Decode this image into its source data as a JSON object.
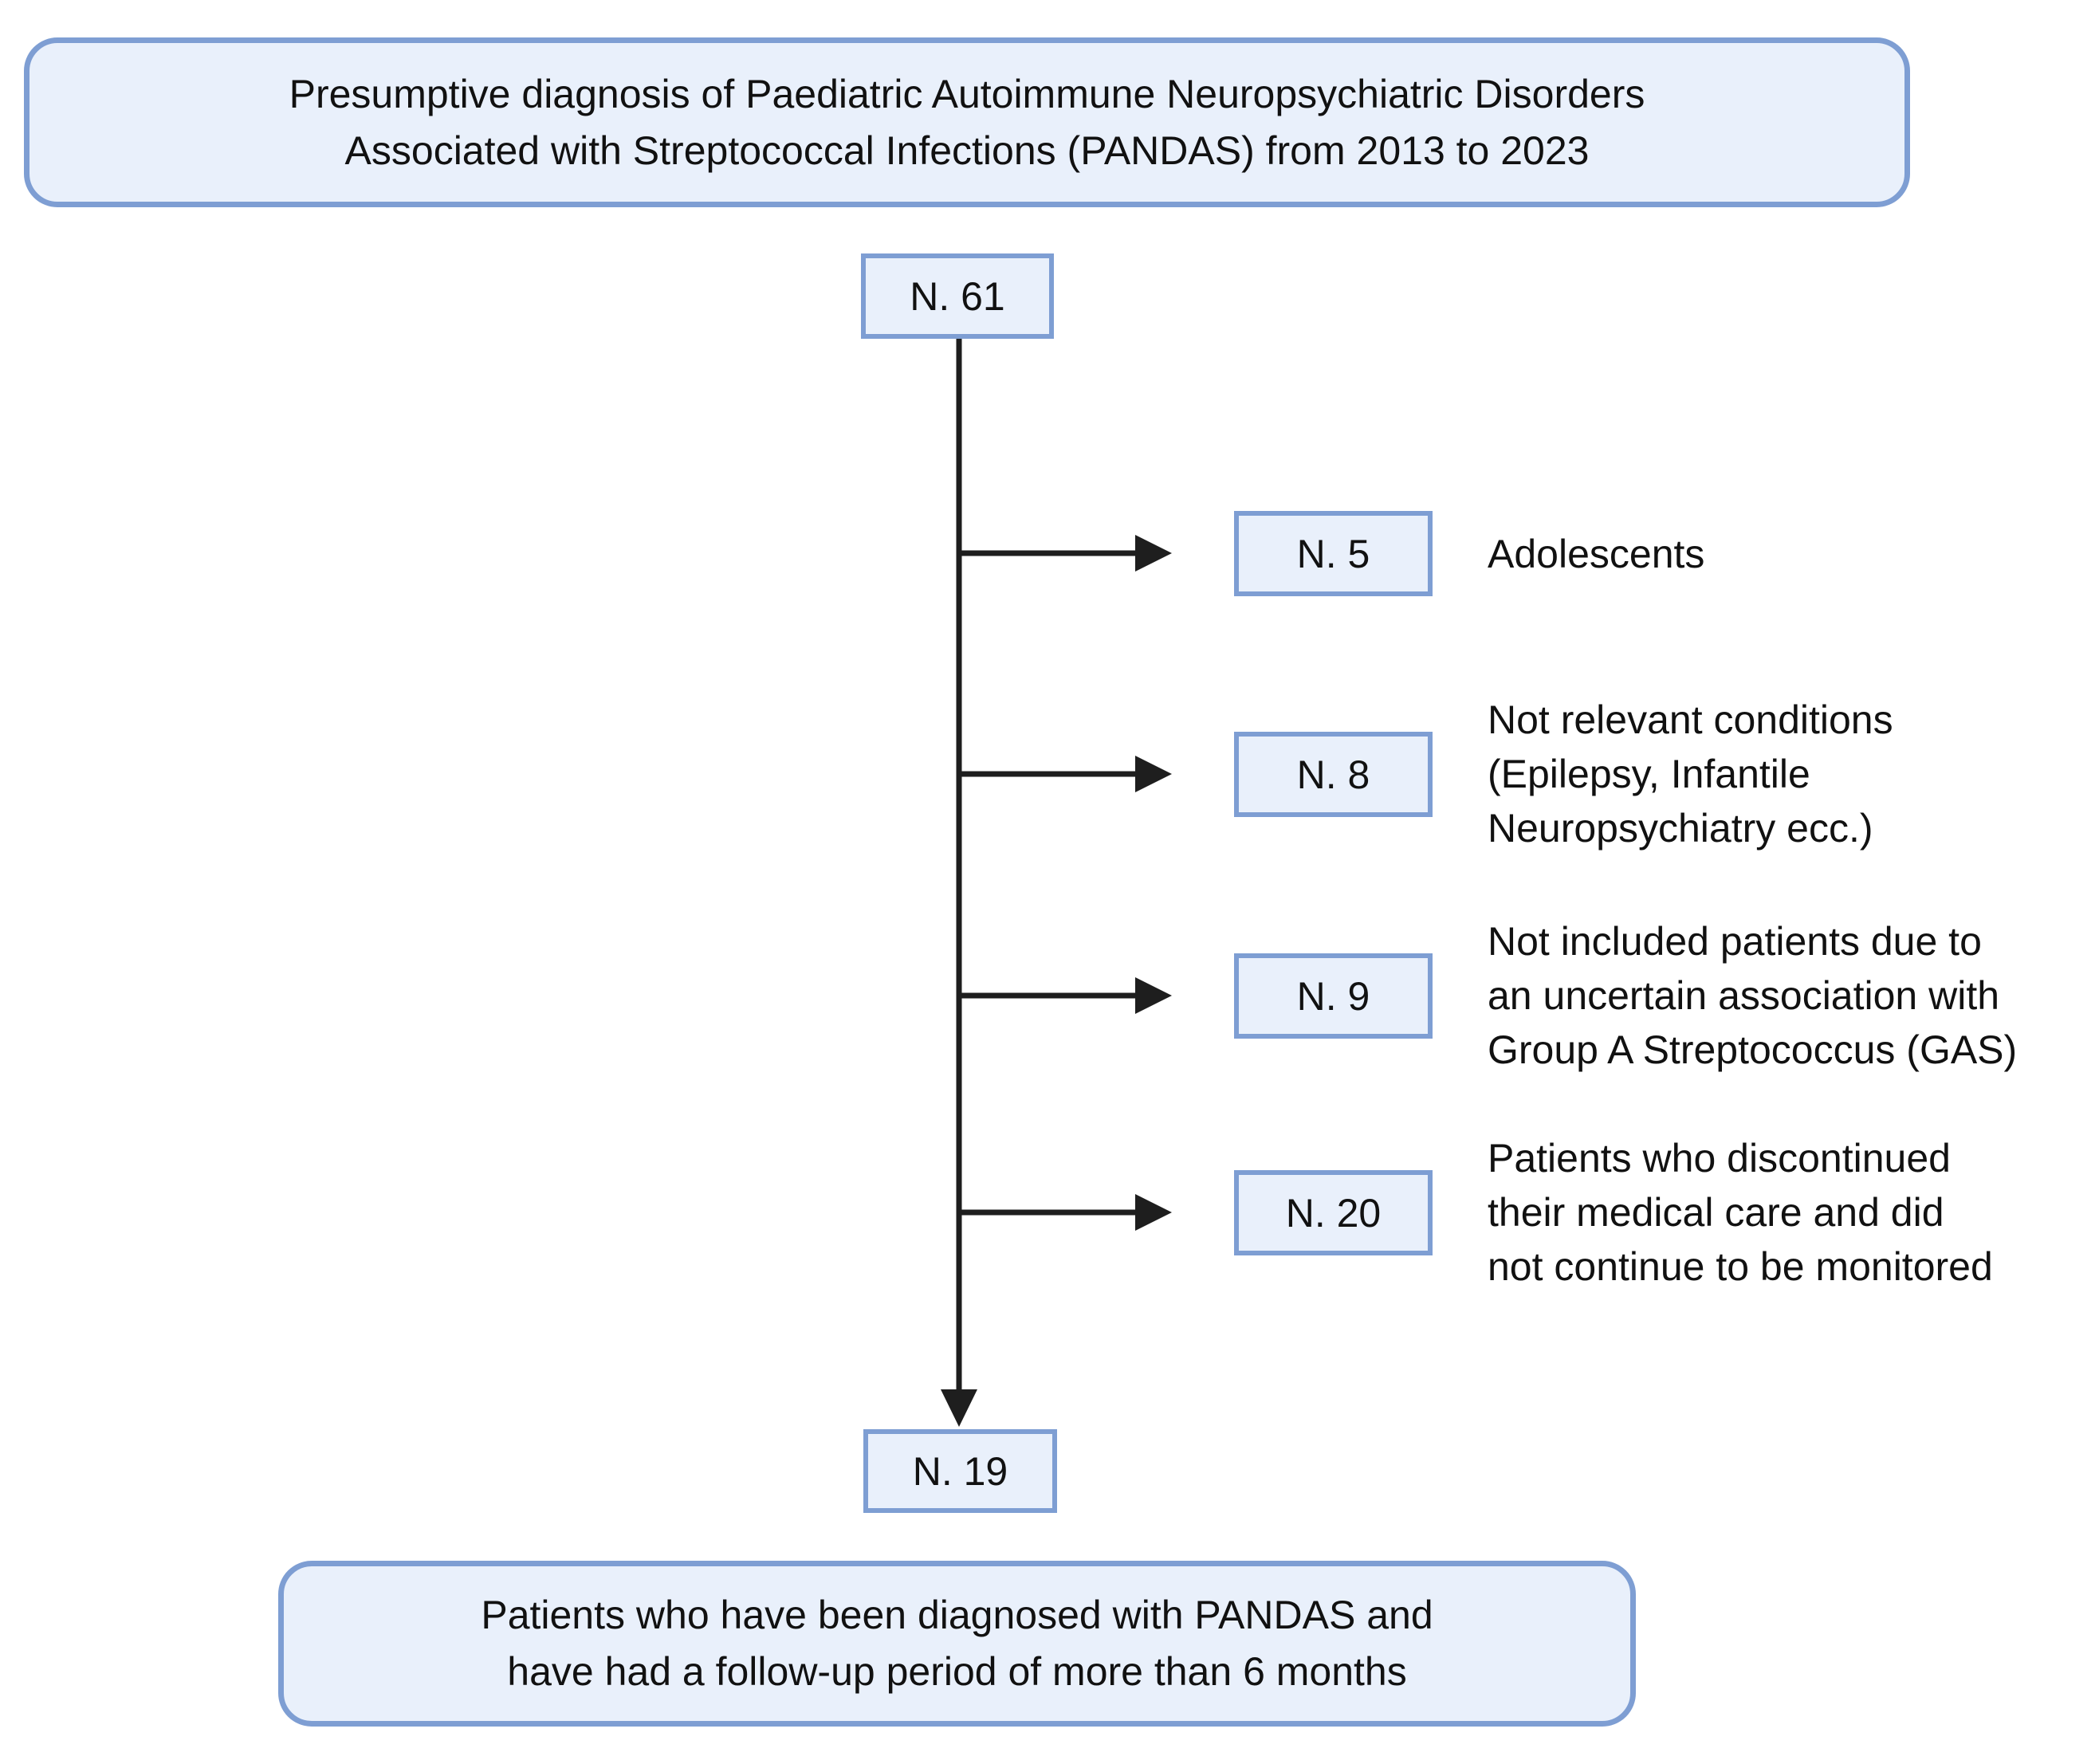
{
  "diagram": {
    "title_box": {
      "lines": [
        "Presumptive diagnosis of Paediatric Autoimmune Neuropsychiatric Disorders",
        "Associated with Streptococcal Infections (PANDAS) from 2013 to 2023"
      ]
    },
    "start_node": {
      "label": "N. 61"
    },
    "branches": [
      {
        "count": "N. 5",
        "reason_lines": [
          "Adolescents"
        ]
      },
      {
        "count": "N. 8",
        "reason_lines": [
          "Not relevant conditions",
          "(Epilepsy, Infantile",
          "Neuropsychiatry ecc.)"
        ]
      },
      {
        "count": "N. 9",
        "reason_lines": [
          "Not included patients due to",
          "an uncertain association with",
          "Group A Streptococcus (GAS)"
        ]
      },
      {
        "count": "N. 20",
        "reason_lines": [
          "Patients who discontinued",
          "their medical care and did",
          "not continue to be monitored"
        ]
      }
    ],
    "end_node": {
      "label": "N. 19"
    },
    "outcome_box": {
      "lines": [
        "Patients who have been diagnosed with PANDAS and",
        "have had a follow-up period of more than 6 months"
      ]
    }
  },
  "colors": {
    "box_fill": "#e9f0fb",
    "box_border": "#7e9ed3",
    "line": "#1e1e1e",
    "text": "#111111",
    "bg": "#ffffff"
  }
}
